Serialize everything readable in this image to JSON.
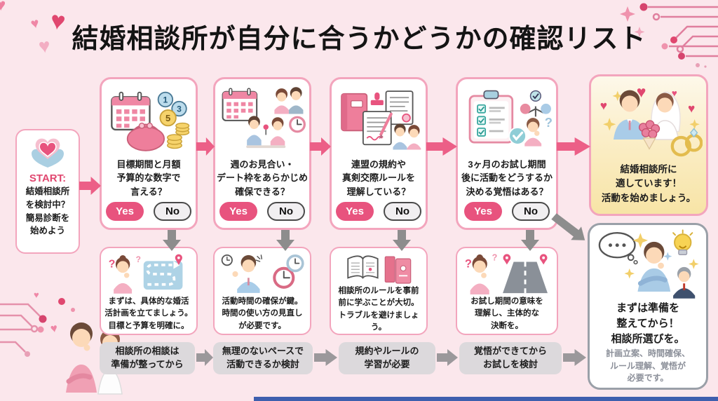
{
  "title": "結婚相談所が自分に合うかどうかの確認リスト",
  "glyphs": {
    "question_mark": "?",
    "heart": "♥"
  },
  "buttons": {
    "yes": "Yes",
    "no": "No"
  },
  "start": {
    "label": "START:",
    "text": "結婚相談所\nを検討中？\n簡易診断を\n始めよう",
    "icon": "heart-in-hands-icon"
  },
  "questions": [
    {
      "icon": "calendar-purse-coins-illustration",
      "coin_numbers": [
        "1",
        "3",
        "5"
      ],
      "text": "目標期間と月額\n予算的な数字で\n言える？"
    },
    {
      "icon": "calendar-couples-clock-illustration",
      "text": "週のお見合い・\nデート枠をあらかじめ\n確保できる？"
    },
    {
      "icon": "rulebook-contract-couple-illustration",
      "text": "連盟の規約や\n真剣交際ルールを\n理解している？"
    },
    {
      "icon": "checklist-decision-person-illustration",
      "text": "3ヶ月のお試し期間\n後に活動をどうするか\n決める覚悟はある？"
    }
  ],
  "success": {
    "icon": "wedding-couple-illustration",
    "text": "結婚相談所に\n適しています！\n活動を始めましょう。"
  },
  "advice": [
    {
      "icon": "thinking-woman-route-map-illustration",
      "text": "まずは、具体的な婚活\n活計画を立てましょう。\n目標と予算を明確に。"
    },
    {
      "icon": "presenting-man-clocks-illustration",
      "text": "活動時間の確保が鍵。\n時間の使い方の見直し\nが必要です。"
    },
    {
      "icon": "open-book-books-illustration",
      "text": "相談所のルールを事前\n前に学ぶことが大切。\nトラブルを避けましょう。"
    },
    {
      "icon": "thinking-woman-road-pins-illustration",
      "text": "お試し期間の意味を\n理解し、主体的な\n決断を。"
    }
  ],
  "summary": [
    {
      "text": "相談所の相談は\n準備が整ってから"
    },
    {
      "text": "無理のないペースで\n活動できるか検討"
    },
    {
      "text": "規約やルールの\n学習が必要"
    },
    {
      "text": "覚悟ができてから\nお試しを検討"
    }
  ],
  "conclusion": {
    "icon": "thinking-man-idea-consultant-illustration",
    "title": "まずは準備を\n整えてから！\n相談所選びを。",
    "sub": "計画立案、時間確保、\nルール理解、覚悟が\n必要です。"
  },
  "colors": {
    "background": "#fbe7ec",
    "accent_pink": "#e8537e",
    "box_border_pink": "#f3a5bd",
    "yes_button_bg": "#e8537e",
    "no_button_bg": "#f1eff1",
    "no_button_border": "#4a4a4a",
    "gray_arrow": "#8d8d8d",
    "summary_box_bg": "#dcd9dc",
    "success_box_bg": "#f8e5a8",
    "conclusion_border": "#9aa0a8",
    "bottom_bar_blue": "#3e5fae"
  }
}
